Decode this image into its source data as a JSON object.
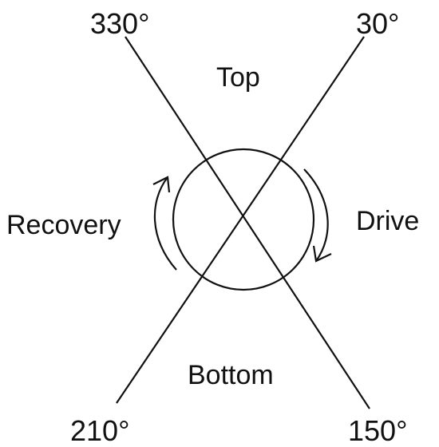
{
  "angles": {
    "top_left": "330°",
    "top_right": "30°",
    "bottom_left": "210°",
    "bottom_right": "150°"
  },
  "regions": {
    "top": "Top",
    "bottom": "Bottom",
    "left": "Recovery",
    "right": "Drive"
  },
  "colors": {
    "ink": "#111111",
    "background": "#ffffff"
  }
}
